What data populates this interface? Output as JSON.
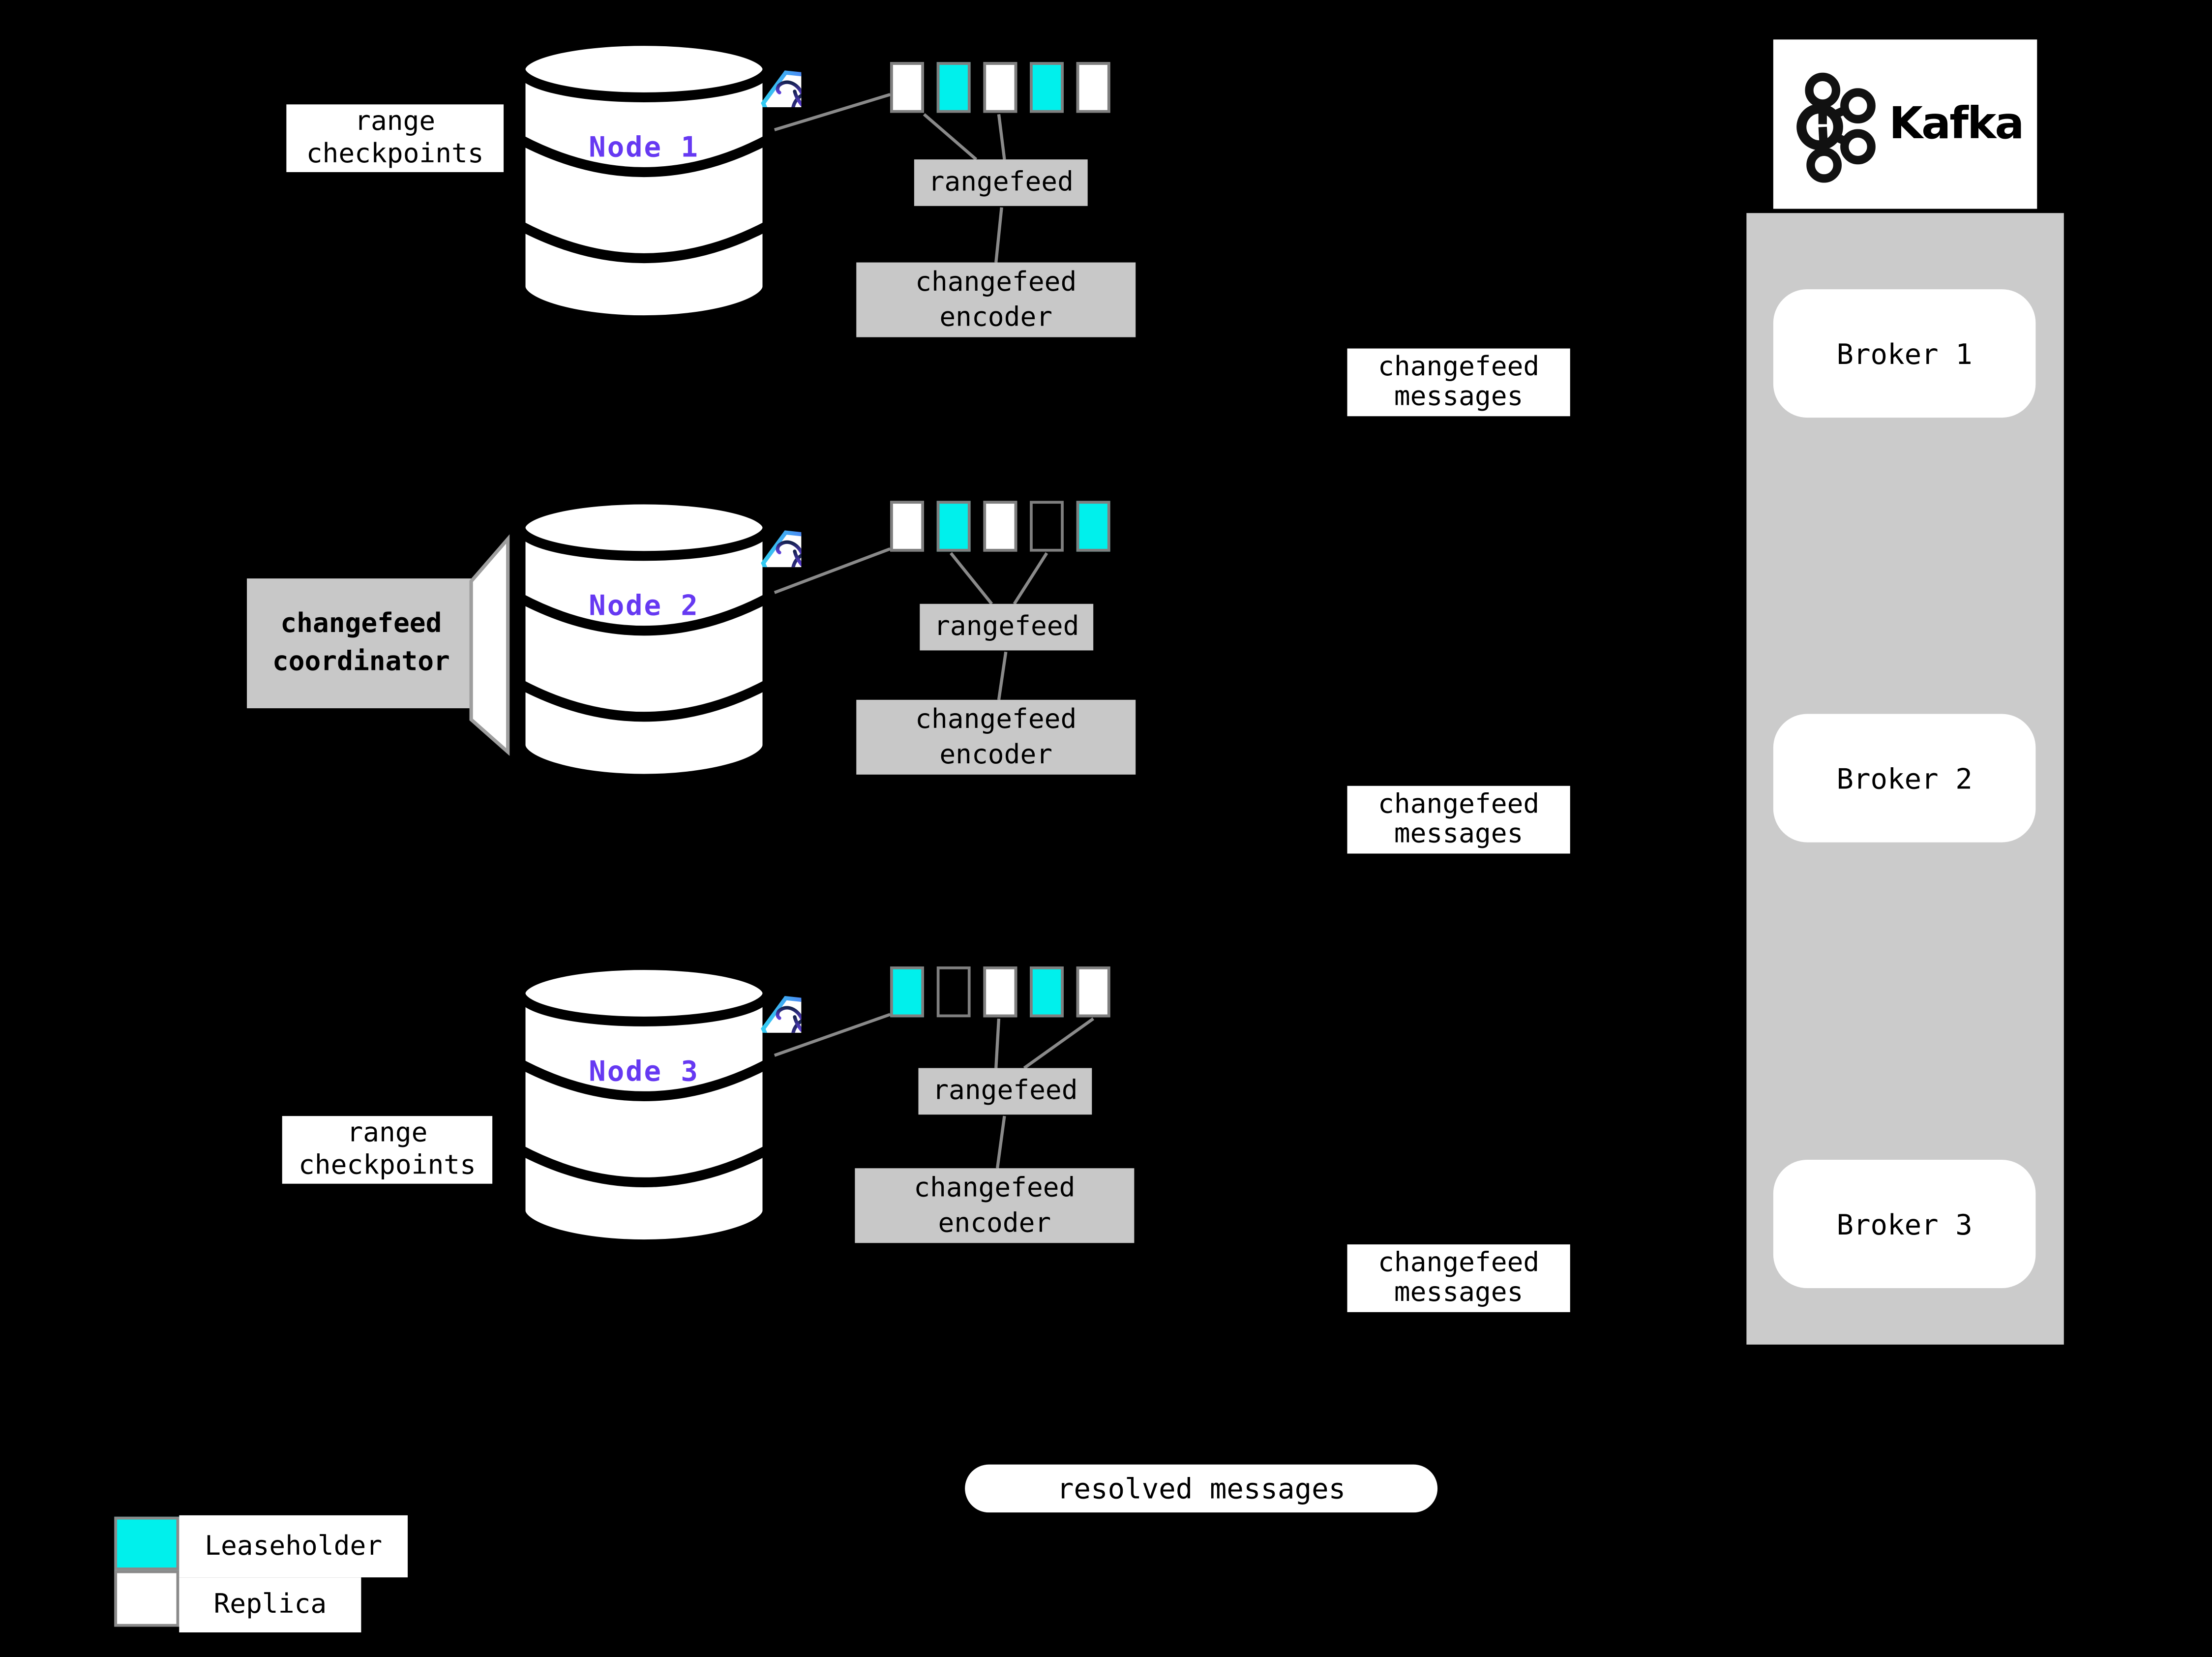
{
  "palette": {
    "background": "#000000",
    "leaseholder_cyan": "#00F0EC",
    "replica_white": "#FFFFFF",
    "box_gray": "#C8C8C8",
    "panel_gray": "#CBCBCB",
    "rect_border_gray": "#7F7F7F",
    "connector_gray": "#8A8A8A",
    "node_label_purple": "#6639F2",
    "hex_gradient": [
      "#33CCF2",
      "#6A3BF5"
    ],
    "roach_gradient": [
      "#15224E",
      "#5E3FD8"
    ],
    "text_black": "#000000"
  },
  "labels": {
    "range_checkpoints": "range checkpoints",
    "changefeed_coordinator": "changefeed coordinator",
    "rangefeed": "rangefeed",
    "changefeed_encoder": "changefeed encoder",
    "changefeed_messages": "changefeed messages",
    "resolved_messages": "resolved messages"
  },
  "nodes": [
    {
      "name": "Node 1",
      "ranges": [
        "replica",
        "leaseholder",
        "replica",
        "leaseholder",
        "replica"
      ]
    },
    {
      "name": "Node 2",
      "ranges": [
        "replica",
        "leaseholder",
        "replica",
        "none",
        "leaseholder"
      ]
    },
    {
      "name": "Node 3",
      "ranges": [
        "leaseholder",
        "none",
        "replica",
        "leaseholder",
        "replica"
      ]
    }
  ],
  "kafka": {
    "logo_text": "Kafka",
    "brokers": [
      {
        "label": "Broker 1"
      },
      {
        "label": "Broker 2"
      },
      {
        "label": "Broker 3"
      }
    ]
  },
  "legend": {
    "items": [
      {
        "type": "leaseholder",
        "label": "Leaseholder"
      },
      {
        "type": "replica",
        "label": "Replica"
      }
    ]
  }
}
